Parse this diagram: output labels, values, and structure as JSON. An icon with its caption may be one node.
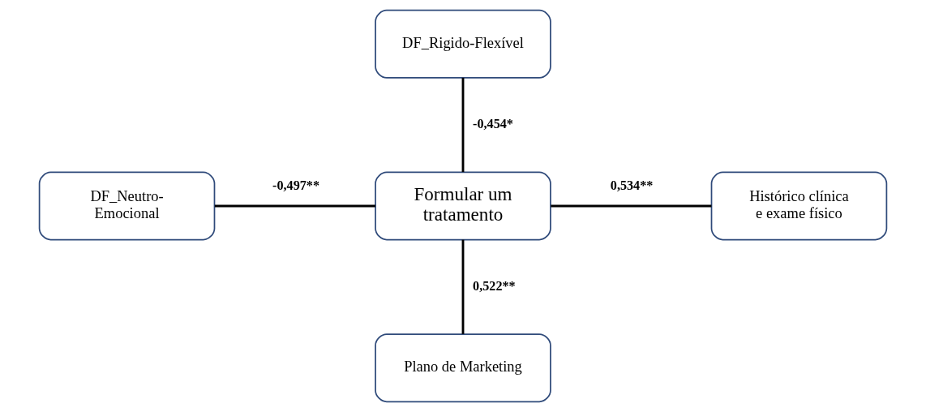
{
  "diagram": {
    "nodes": [
      {
        "text": [
          "DF_Rigido-Flexível"
        ]
      },
      {
        "text": [
          "DF_Neutro- Emocional"
        ]
      },
      {
        "text": [
          "Formular um tratamento"
        ]
      },
      {
        "text": [
          "Histórico clínica e exame físico"
        ]
      },
      {
        "text": [
          "Plano de Marketing"
        ]
      }
    ],
    "edges": [
      {
        "from": 0,
        "to": 2,
        "arrow": "none",
        "label": "-0,454*"
      },
      {
        "from": 1,
        "to": 2,
        "arrow": "none",
        "label": "-0,497**"
      },
      {
        "from": 2,
        "to": 3,
        "arrow": "none",
        "label": "0,534**"
      },
      {
        "from": 2,
        "to": 4,
        "arrow": "none",
        "label": "0,522**"
      }
    ]
  }
}
